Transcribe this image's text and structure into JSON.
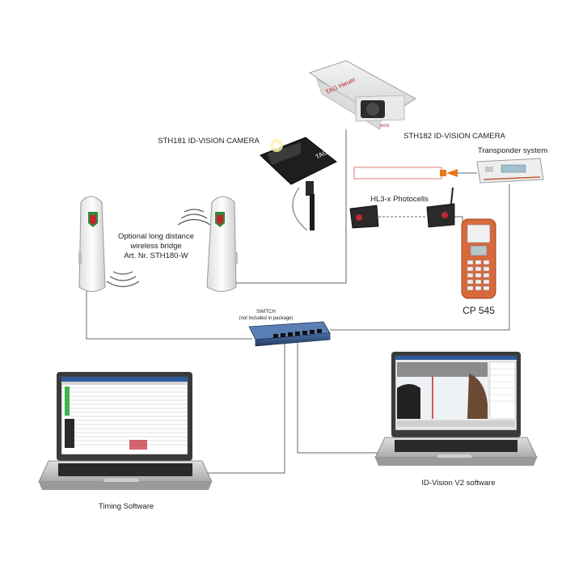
{
  "labels": {
    "sth181": "STH181 ID-VISION CAMERA",
    "sth182": "STH182 ID-VISION CAMERA",
    "transponder": "Transponder system",
    "photocells": "HL3-x Photocells",
    "bridge_line1": "Optional long distance",
    "bridge_line2": "wireless bridge",
    "bridge_line3": "Art. Nr. STH180-W",
    "switch_line1": "SWITCH",
    "switch_line2": "(not included in package)",
    "cp545": "CP 545",
    "timing_software": "Timing Software",
    "idvision_software": "ID-Vision V2 software"
  },
  "brand_text": {
    "camera_logo": "TAG Heuer",
    "axis_badge": "AXIS"
  },
  "colors": {
    "wire": "#6a6a6a",
    "orange_connector": "#e8761c",
    "cp545_body": "#d9683a",
    "switch_body": "#2f4f7f",
    "tag_green": "#2e8b3a",
    "tag_red": "#c0272d",
    "transponder_display": "#9ec0cf"
  },
  "icons": {
    "wireless_waves": "wireless-waves-icon",
    "tag_logo": "tag-heuer-logo-icon"
  }
}
